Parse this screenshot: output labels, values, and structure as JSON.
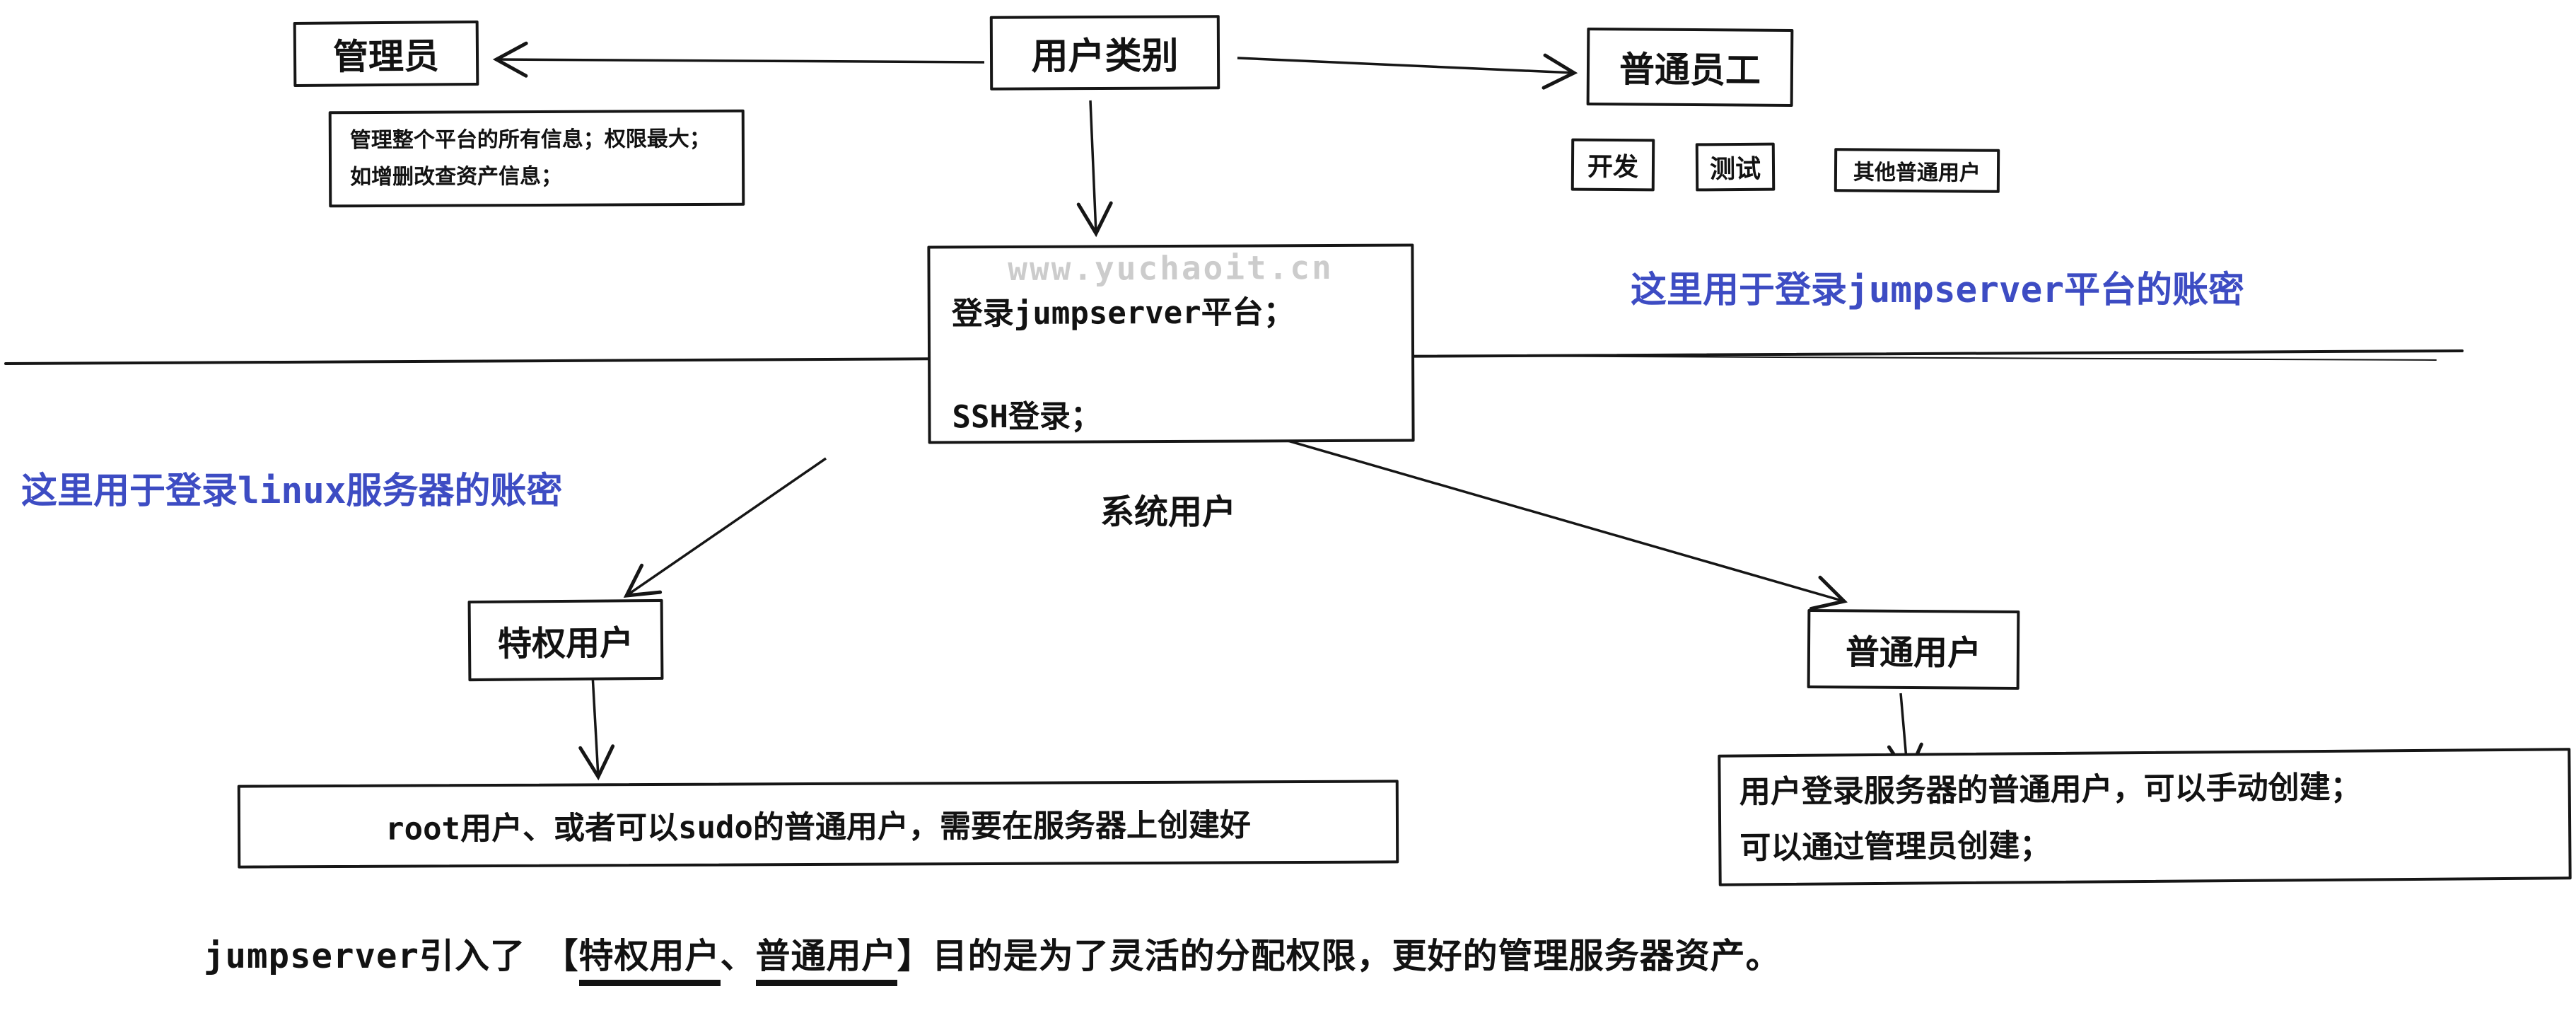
{
  "watermark": "www.yuchaoit.cn",
  "colors": {
    "annotation_blue": "#3d4cc3",
    "watermark_gray": "#cccccc",
    "ink_black": "#161616"
  },
  "nodes": {
    "admin": "管理员",
    "user_category": "用户类别",
    "employee": "普通员工",
    "dev": "开发",
    "test": "测试",
    "other_users": "其他普通用户",
    "privileged_user": "特权用户",
    "normal_user": "普通用户",
    "system_user": "系统用户"
  },
  "admin_note": {
    "line1": "管理整个平台的所有信息；权限最大；",
    "line2": "如增删改查资产信息；"
  },
  "center_box": {
    "line1": "登录jumpserver平台；",
    "line2": "SSH登录；"
  },
  "root_note": {
    "text": "root用户、或者可以sudo的普通用户，需要在服务器上创建好"
  },
  "normal_note": {
    "line1": "用户登录服务器的普通用户，可以手动创建；",
    "line2": "可以通过管理员创建；"
  },
  "annotations": {
    "blue_right": "这里用于登录jumpserver平台的账密",
    "blue_left": "这里用于登录linux服务器的账密"
  },
  "footer": {
    "prefix": "jumpserver引入了　【",
    "term1": "特权用户",
    "separator": "、",
    "term2": "普通用户",
    "suffix": "】目的是为了灵活的分配权限，更好的管理服务器资产。"
  }
}
